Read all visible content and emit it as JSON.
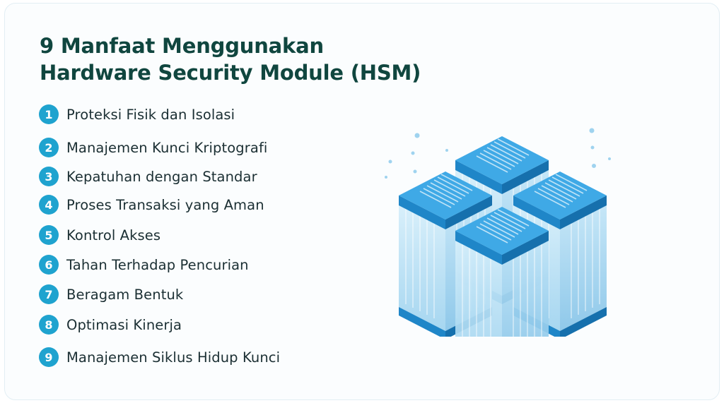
{
  "title": {
    "line1": "9 Manfaat Menggunakan",
    "line2": "Hardware Security Module (HSM)"
  },
  "items": [
    {
      "number": "1",
      "label": "Proteksi Fisik dan Isolasi"
    },
    {
      "number": "2",
      "label": "Manajemen Kunci Kriptografi"
    },
    {
      "number": "3",
      "label": "Kepatuhan dengan Standar"
    },
    {
      "number": "4",
      "label": "Proses Transaksi yang Aman"
    },
    {
      "number": "5",
      "label": "Kontrol Akses"
    },
    {
      "number": "6",
      "label": "Tahan Terhadap Pencurian"
    },
    {
      "number": "7",
      "label": "Beragam Bentuk"
    },
    {
      "number": "8",
      "label": "Optimasi Kinerja"
    },
    {
      "number": "9",
      "label": "Manajemen Siklus Hidup Kunci"
    }
  ],
  "illustration": {
    "icon": "server-rack-cluster-icon",
    "colors": {
      "top": "#3fa9e6",
      "top_lines": "#d6eefb",
      "body": "#bfe3f5",
      "base": "#1f86c8",
      "accent": "#1fa3cf",
      "title": "#10463f"
    }
  }
}
